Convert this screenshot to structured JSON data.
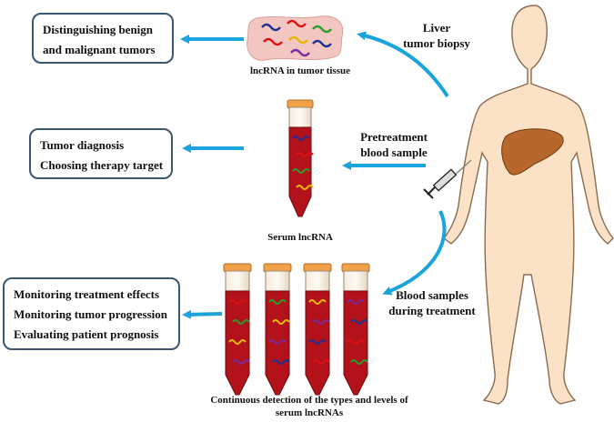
{
  "outcomes": {
    "tissue": [
      "Distinguishing benign",
      "and malignant tumors"
    ],
    "pretreatment": [
      "Tumor diagnosis",
      "Choosing therapy target"
    ],
    "treatment": [
      "Monitoring treatment effects",
      "Monitoring tumor progression",
      "Evaluating patient prognosis"
    ]
  },
  "sources": {
    "biopsy": [
      "Liver",
      "tumor biopsy"
    ],
    "pretreatment": [
      "Pretreatment",
      "blood sample"
    ],
    "treatment": [
      "Blood samples",
      "during treatment"
    ]
  },
  "captions": {
    "tissue": "lncRNA  in tumor tissue",
    "serum": "Serum lncRNA",
    "continuous": [
      "Continuous detection of the types and levels of",
      "serum lncRNAs"
    ]
  },
  "colors": {
    "arrow": "#1aa3dd",
    "blood": "#b3121b",
    "cap": "#f0a14a",
    "skin": "#fbe1c6",
    "skin_outline": "#8a6a4f",
    "liver": "#b7672b",
    "box_border": "#3b5670"
  }
}
